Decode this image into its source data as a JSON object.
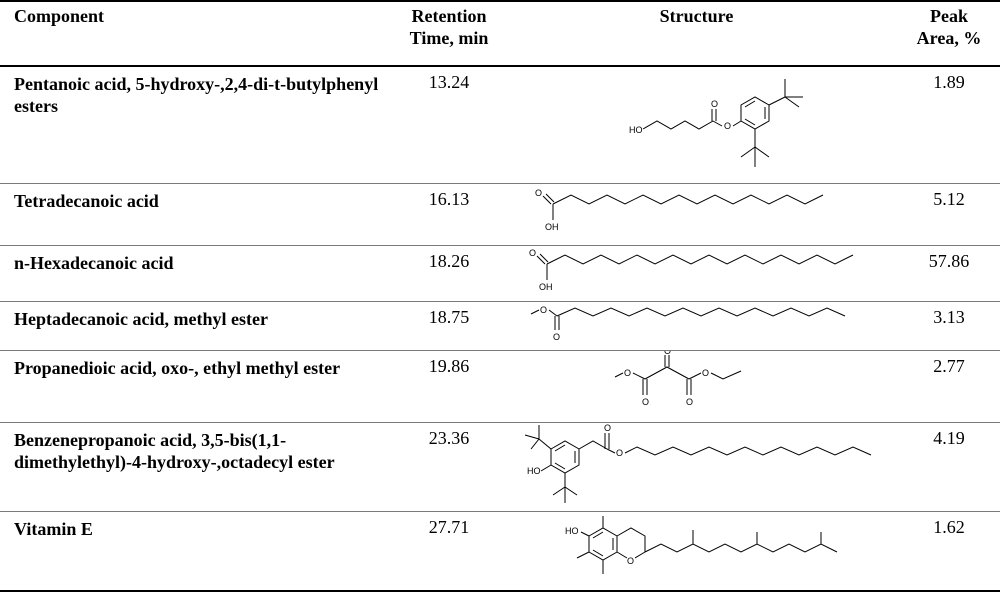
{
  "headers": {
    "component": "Component",
    "retention_line1": "Retention",
    "retention_line2": "Time, min",
    "structure": "Structure",
    "peak_line1": "Peak",
    "peak_line2": "Area, %"
  },
  "rows": [
    {
      "component": "Pentanoic acid, 5-hydroxy-,2,4-di-t-butylphenyl esters",
      "rt": "13.24",
      "area": "1.89",
      "labels": [
        "HO",
        "O",
        "O"
      ]
    },
    {
      "component": "Tetradecanoic acid",
      "rt": "16.13",
      "area": "5.12",
      "labels": [
        "O",
        "OH"
      ]
    },
    {
      "component": "n-Hexadecanoic acid",
      "rt": "18.26",
      "area": "57.86",
      "labels": [
        "O",
        "OH"
      ]
    },
    {
      "component": "Heptadecanoic acid, methyl ester",
      "rt": "18.75",
      "area": "3.13",
      "labels": [
        "O",
        "O"
      ]
    },
    {
      "component": "Propanedioic acid, oxo-, ethyl methyl ester",
      "rt": "19.86",
      "area": "2.77",
      "labels": [
        "O",
        "O",
        "O",
        "O",
        "O"
      ]
    },
    {
      "component": "Benzenepropanoic acid, 3,5-bis(1,1-dimethylethyl)-4-hydroxy-,octadecyl ester",
      "rt": "23.36",
      "area": "4.19",
      "labels": [
        "HO",
        "O",
        "O"
      ]
    },
    {
      "component": "Vitamin E",
      "rt": "27.71",
      "area": "1.62",
      "labels": [
        "HO",
        "O"
      ]
    }
  ]
}
